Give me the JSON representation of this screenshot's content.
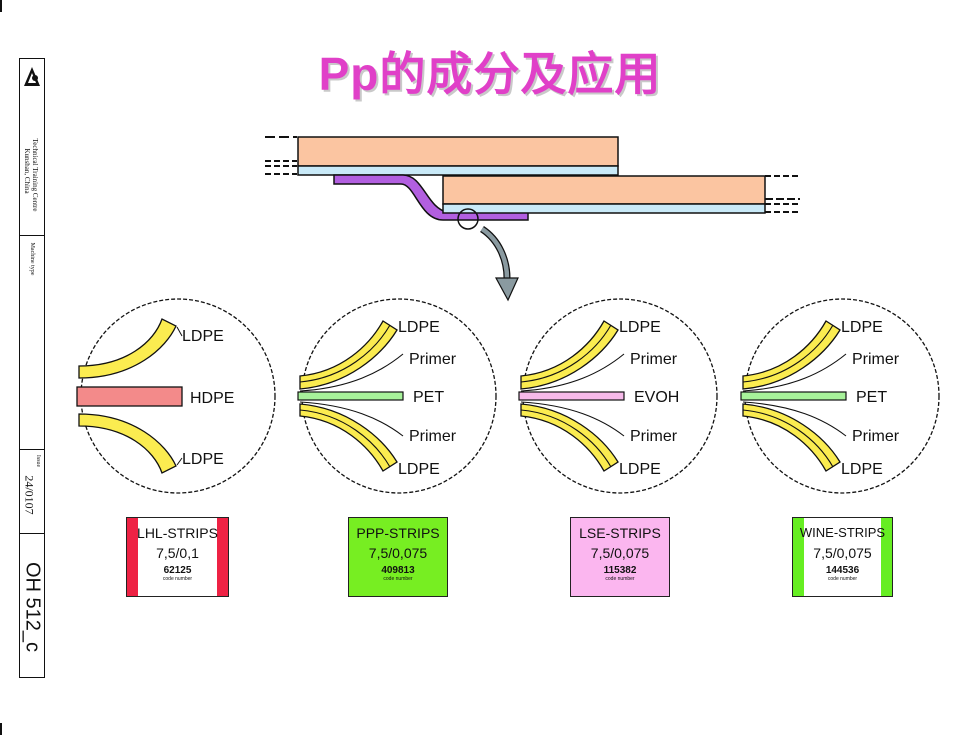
{
  "title": "Pp的成分及应用",
  "sidebar": {
    "org": "Technical Training Centre",
    "location": "Kunshan, China",
    "machine_type_label": "Machine type",
    "issue_label": "Issue",
    "issue_value": "24/0107",
    "doc_id": "OH 512_c"
  },
  "layers": {
    "outer": "LDPE",
    "primer": "Primer",
    "lhl_core": "HDPE",
    "ppp_core": "PET",
    "lse_core": "EVOH",
    "wine_core": "PET"
  },
  "strips": [
    {
      "name": "LHL-STRIPS",
      "spec": "7,5/0,1",
      "code": "62125",
      "code_label": "code number",
      "color": "#ee2244",
      "style": "bars"
    },
    {
      "name": "PPP-STRIPS",
      "spec": "7,5/0,075",
      "code": "409813",
      "code_label": "code number",
      "color": "#77ee22",
      "style": "fill"
    },
    {
      "name": "LSE-STRIPS",
      "spec": "7,5/0,075",
      "code": "115382",
      "code_label": "code number",
      "color": "#fbb6ef",
      "style": "fill"
    },
    {
      "name": "WINE-STRIPS",
      "spec": "7,5/0,075",
      "code": "144536",
      "code_label": "code number",
      "color": "#66ee22",
      "style": "bars"
    }
  ],
  "colors": {
    "title": "#e040c8",
    "laminate_orange": "#fbc5a1",
    "laminate_blue": "#c9eaf8",
    "strip_purple": "#b25fe0",
    "ldpe_yellow": "#fbec50",
    "hdpe_red": "#f38a8a",
    "pet_green": "#a7f29a",
    "evoh_pink": "#f6b9e9"
  }
}
